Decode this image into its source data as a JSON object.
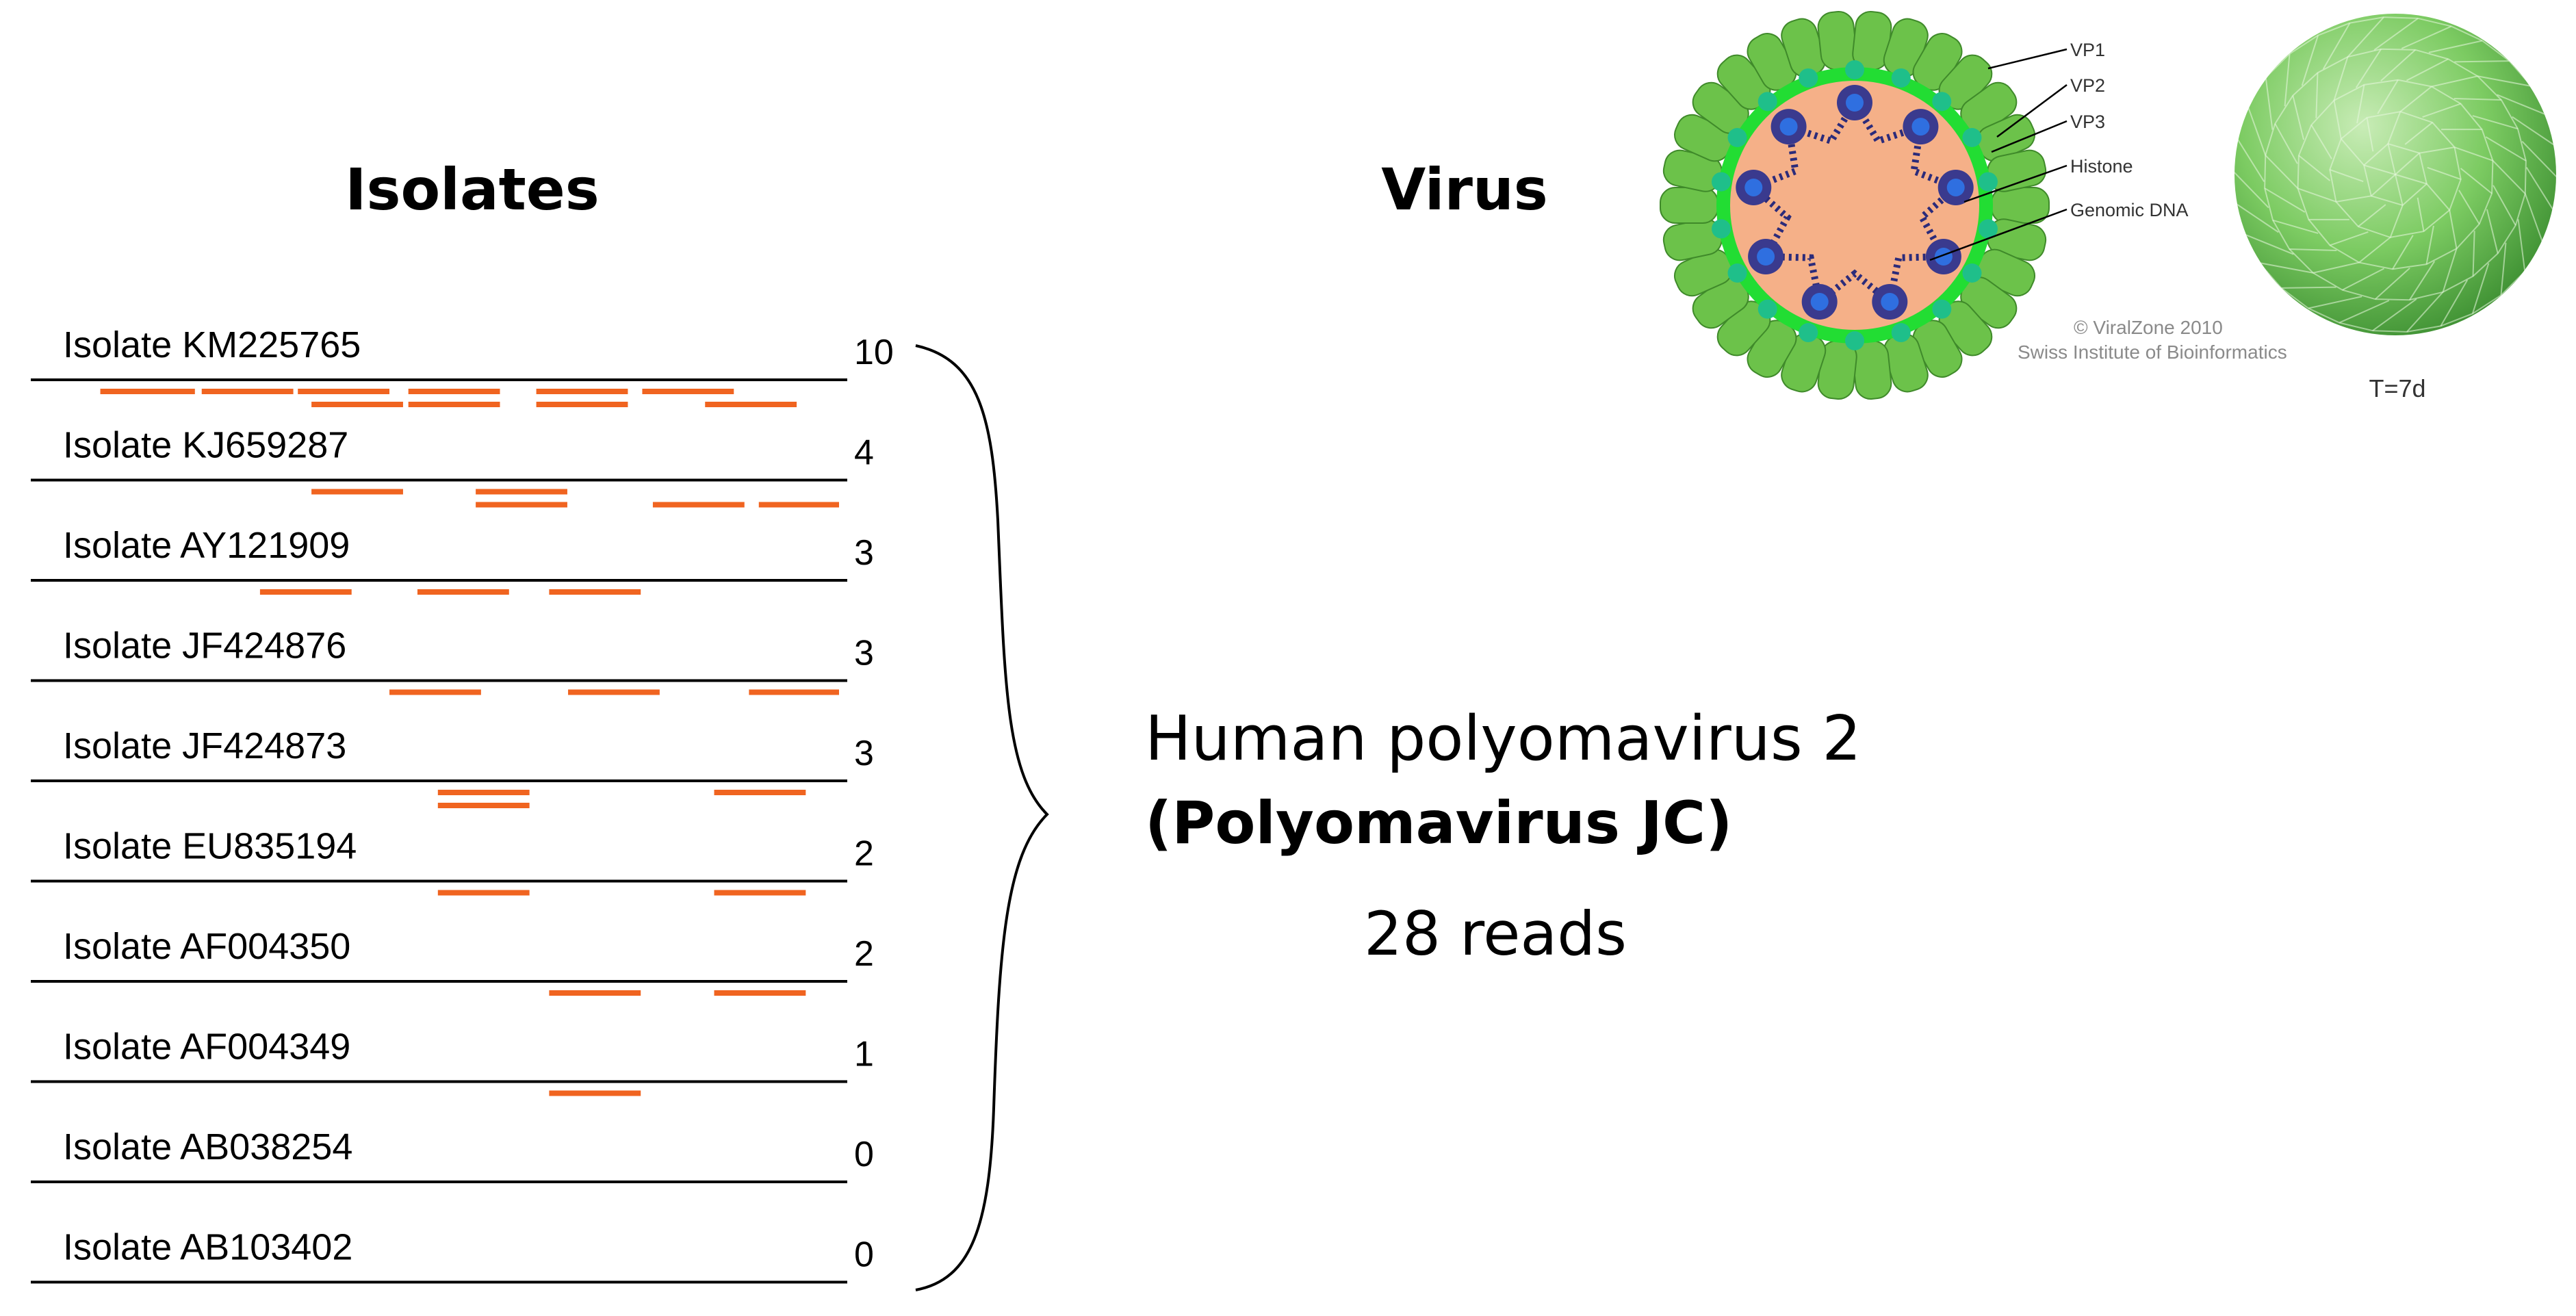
{
  "headings": {
    "isolates": "Isolates",
    "virus": "Virus"
  },
  "isolates": [
    {
      "label": "Isolate KM225765",
      "count": "10",
      "reads": [
        [
          0.024,
          0.149,
          1
        ],
        [
          0.158,
          0.279,
          1
        ],
        [
          0.285,
          0.406,
          1
        ],
        [
          0.303,
          0.424,
          2
        ],
        [
          0.431,
          0.552,
          1
        ],
        [
          0.431,
          0.552,
          2
        ],
        [
          0.6,
          0.721,
          1
        ],
        [
          0.6,
          0.721,
          2
        ],
        [
          0.74,
          0.861,
          1
        ],
        [
          0.823,
          0.944,
          2
        ]
      ]
    },
    {
      "label": "Isolate KJ659287",
      "count": "4",
      "reads": [
        [
          0.303,
          0.424,
          1
        ],
        [
          0.52,
          0.641,
          1
        ],
        [
          0.52,
          0.641,
          2
        ],
        [
          0.754,
          0.875,
          2
        ],
        [
          0.894,
          1.0,
          2
        ]
      ]
    },
    {
      "label": "Isolate AY121909",
      "count": "3",
      "reads": [
        [
          0.235,
          0.356,
          1
        ],
        [
          0.443,
          0.564,
          1
        ],
        [
          0.617,
          0.738,
          1
        ]
      ]
    },
    {
      "label": "Isolate JF424876",
      "count": "3",
      "reads": [
        [
          0.406,
          0.527,
          1
        ],
        [
          0.642,
          0.763,
          1
        ],
        [
          0.881,
          1.0,
          1
        ]
      ]
    },
    {
      "label": "Isolate JF424873",
      "count": "3",
      "reads": [
        [
          0.47,
          0.591,
          1
        ],
        [
          0.47,
          0.591,
          2
        ],
        [
          0.835,
          0.956,
          1
        ]
      ]
    },
    {
      "label": "Isolate EU835194",
      "count": "2",
      "reads": [
        [
          0.47,
          0.591,
          1
        ],
        [
          0.835,
          0.956,
          1
        ]
      ]
    },
    {
      "label": "Isolate AF004350",
      "count": "2",
      "reads": [
        [
          0.617,
          0.738,
          1
        ],
        [
          0.835,
          0.956,
          1
        ]
      ]
    },
    {
      "label": "Isolate AF004349",
      "count": "1",
      "reads": [
        [
          0.617,
          0.738,
          1
        ]
      ]
    },
    {
      "label": "Isolate AB038254",
      "count": "0",
      "reads": []
    },
    {
      "label": "Isolate AB103402",
      "count": "0",
      "reads": []
    }
  ],
  "virus": {
    "name": "Human polyomavirus 2",
    "alt_name": "(Polyomavirus JC)",
    "reads": "28 reads"
  },
  "figure": {
    "callouts": [
      "VP1",
      "VP2",
      "VP3",
      "Histone",
      "Genomic DNA"
    ],
    "credit_line1": "© ViralZone 2010",
    "credit_line2": "Swiss Institute of Bioinformatics",
    "triangulation": "T=7d"
  },
  "colors": {
    "read": "#f06420",
    "capsomer": "#6cc24a",
    "capsomer_dark": "#3f8a2a",
    "core": "#f5b088",
    "inner_ring": "#22dd33",
    "histone": "#2f6fe0",
    "dna": "#2b2b7a",
    "sphere": "#7ccb62"
  }
}
